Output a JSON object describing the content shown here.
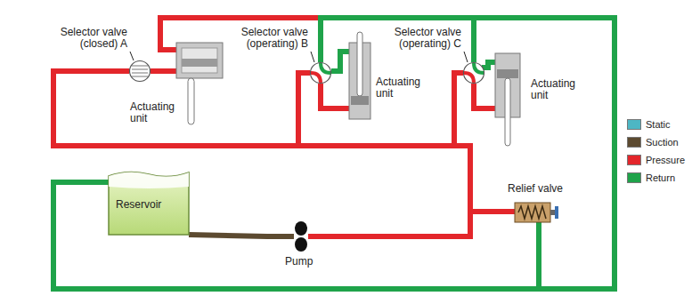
{
  "diagram": {
    "nodes": [
      {
        "text": [
          "Reservoir"
        ]
      },
      {
        "text": [
          "Pump"
        ]
      },
      {
        "text": [
          "Relief valve"
        ]
      },
      {
        "text": [
          "Selector valve (closed) A"
        ]
      },
      {
        "text": [
          "Actuating unit"
        ]
      },
      {
        "text": [
          "Selector valve (operating) B"
        ]
      },
      {
        "text": [
          "Actuating unit"
        ]
      },
      {
        "text": [
          "Selector valve (operating) C"
        ]
      },
      {
        "text": [
          "Actuating unit"
        ]
      }
    ],
    "edges": [
      {
        "from": 0,
        "to": 1,
        "arrow": "none"
      },
      {
        "from": 1,
        "to": 2,
        "arrow": "none"
      },
      {
        "from": 1,
        "to": 3,
        "arrow": "none"
      },
      {
        "from": 1,
        "to": 5,
        "arrow": "none"
      },
      {
        "from": 1,
        "to": 7,
        "arrow": "none"
      },
      {
        "from": 3,
        "to": 4,
        "arrow": "none"
      },
      {
        "from": 5,
        "to": 6,
        "arrow": "none"
      },
      {
        "from": 7,
        "to": 8,
        "arrow": "none"
      },
      {
        "from": 5,
        "to": 0,
        "arrow": "none"
      },
      {
        "from": 7,
        "to": 0,
        "arrow": "none"
      },
      {
        "from": 2,
        "to": 0,
        "arrow": "none"
      }
    ],
    "legend": [
      {
        "text": "Static",
        "color": "#4db6c4"
      },
      {
        "text": "Suction",
        "color": "#5c4a30"
      },
      {
        "text": "Pressure",
        "color": "#e3262b"
      },
      {
        "text": "Return",
        "color": "#1fa34a"
      }
    ]
  }
}
